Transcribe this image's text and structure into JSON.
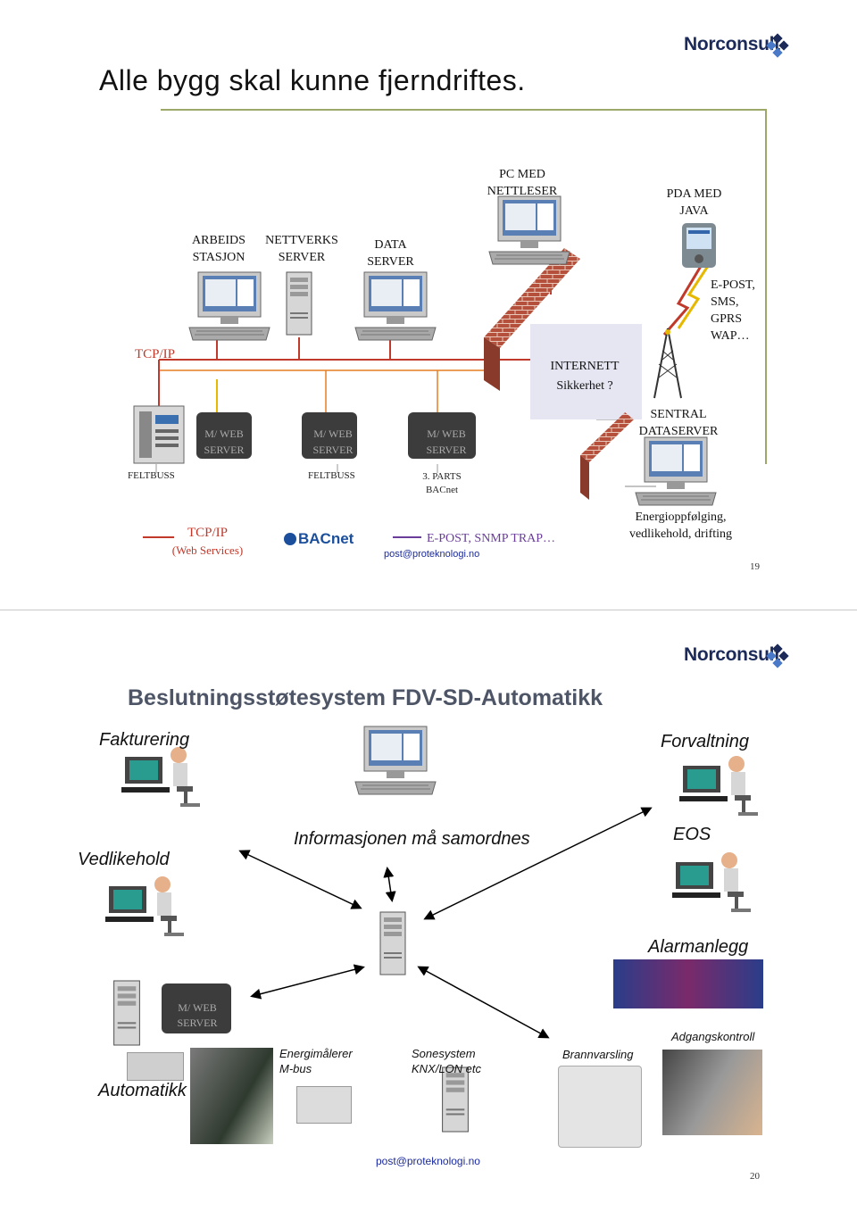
{
  "slide1": {
    "title": "Alle bygg skal kunne fjerndriftes.",
    "logo": "Norconsult",
    "labels": {
      "pc_med_nettleser": [
        "PC MED",
        "NETTLESER"
      ],
      "pda_med_java": [
        "PDA MED",
        "JAVA"
      ],
      "arbeidsstasjon": [
        "ARBEIDS",
        "STASJON"
      ],
      "nettverksserver": [
        "NETTVERKS",
        "SERVER"
      ],
      "dataserver": [
        "DATA",
        "SERVER"
      ],
      "epost_sms": [
        "E-POST,",
        "SMS,",
        "GPRS",
        "WAP…"
      ],
      "tcpip_top": "TCP/IP",
      "internett": [
        "INTERNETT",
        "Sikkerhet ?"
      ],
      "mweb1": [
        "M/ WEB",
        "SERVER"
      ],
      "mweb2": [
        "M/ WEB",
        "SERVER"
      ],
      "mweb3": [
        "M/ WEB",
        "SERVER"
      ],
      "sentral_dataserver": [
        "SENTRAL",
        "DATASERVER"
      ],
      "feltbuss1": "FELTBUSS",
      "feltbuss2": "FELTBUSS",
      "parts_bacnet": [
        "3. PARTS",
        "BACnet"
      ],
      "legend_tcpip": [
        "TCP/IP",
        "(Web Services)"
      ],
      "bacnet_logo": "BACnet",
      "legend_epost": "E-POST, SNMP TRAP…",
      "email": "post@proteknologi.no",
      "energi": [
        "Energioppfølging,",
        "vedlikehold, drifting"
      ]
    },
    "page_number": "19",
    "colors": {
      "tcpip_line": "#c0392b",
      "epost_line": "#6a3d9a",
      "wall": "#b5503c"
    }
  },
  "slide2": {
    "title": "Beslutningsstøtesystem FDV-SD-Automatikk",
    "logo": "Norconsult",
    "fakturering": "Fakturering",
    "forvaltning": "Forvaltning",
    "vedlikehold": "Vedlikehold",
    "informasjon": "Informasjonen må samordnes",
    "eos": "EOS",
    "alarmanlegg": "Alarmanlegg",
    "mweb": [
      "M/ WEB",
      "SERVER"
    ],
    "automatikk": "Automatikk",
    "energimaler": [
      "Energimålerer",
      "M-bus"
    ],
    "sonesystem": [
      "Sonesystem",
      "KNX/LON etc"
    ],
    "brannvarsling": "Brannvarsling",
    "adgangskontroll": "Adgangskontroll",
    "email": "post@proteknologi.no",
    "page_number": "20"
  }
}
